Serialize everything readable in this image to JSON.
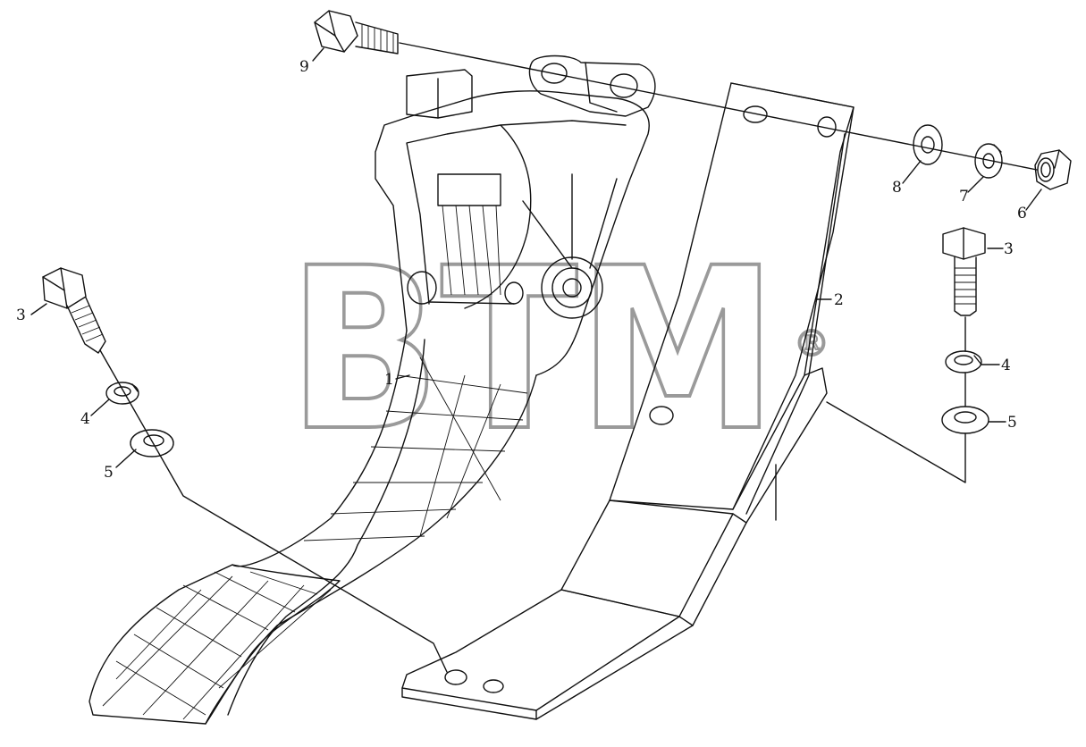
{
  "watermark": {
    "text": "BTM",
    "registered": "®"
  },
  "callouts": [
    "1",
    "2",
    "3",
    "3",
    "4",
    "4",
    "5",
    "5",
    "6",
    "7",
    "8",
    "9"
  ]
}
